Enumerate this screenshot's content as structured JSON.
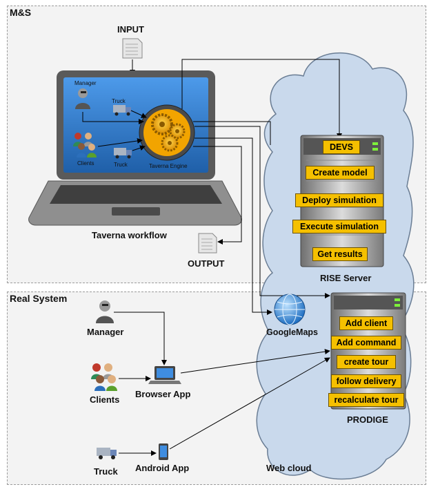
{
  "sections": {
    "ms_title": "M&S",
    "real_title": "Real System"
  },
  "labels": {
    "input": "INPUT",
    "output": "OUTPUT",
    "taverna_workflow": "Taverna workflow",
    "taverna_engine": "Taverna Engine",
    "laptop_manager": "Manager",
    "laptop_truck": "Truck",
    "laptop_clients": "Clients",
    "laptop_truck2": "Truck",
    "rise_server": "RISE Server",
    "prodige": "PRODIGE",
    "googlemaps": "GoogleMaps",
    "web_cloud": "Web cloud",
    "manager": "Manager",
    "clients": "Clients",
    "browser_app": "Browser App",
    "truck": "Truck",
    "android_app": "Android App"
  },
  "rise_ops": [
    "DEVS",
    "Create model",
    "Deploy simulation",
    "Execute simulation",
    "Get results"
  ],
  "prodige_ops": [
    "Add client",
    "Add command",
    "create tour",
    "follow delivery",
    "recalculate tour"
  ],
  "colors": {
    "op_fill": "#f5c000",
    "cloud_fill": "#c9d9ec",
    "screen_blue": "#2f7fd6",
    "section_bg": "#f3f3f3"
  }
}
